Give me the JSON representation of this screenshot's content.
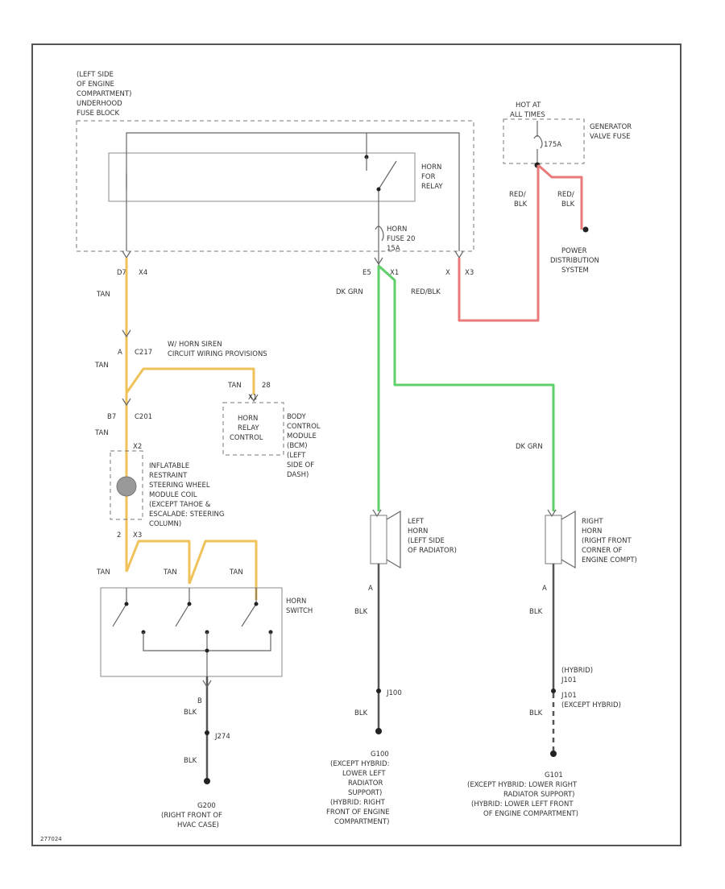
{
  "fuse_block": {
    "location": [
      "(LEFT SIDE",
      "OF ENGINE",
      "COMPARTMENT)",
      "UNDERHOOD",
      "FUSE BLOCK"
    ],
    "relay_label": [
      "HORN",
      "FOR",
      "RELAY"
    ],
    "fuse_label": [
      "HORN",
      "FUSE 20",
      "15A"
    ],
    "conn_left": "D7",
    "conn_left_b": "X4",
    "conn_mid": "E5",
    "conn_mid_b": "X1",
    "conn_right": "X",
    "conn_right_b": "X3"
  },
  "power": {
    "hot_at": [
      "HOT AT",
      "ALL TIMES"
    ],
    "fuse": "175A",
    "generator_fuse": [
      "GENERATOR",
      "VALVE FUSE"
    ],
    "wire1": [
      "RED/",
      "BLK"
    ],
    "wire2": [
      "RED/",
      "BLK"
    ],
    "pds": [
      "POWER",
      "DISTRIBUTION",
      "SYSTEM"
    ],
    "redblk": "RED/BLK"
  },
  "left_circuit": {
    "tan_1": "TAN",
    "pin_a": "A",
    "conn_c217": "C217",
    "note": [
      "W/ HORN SIREN",
      "CIRCUIT WIRING PROVISIONS"
    ],
    "tan_2": "TAN",
    "tan_3": "TAN",
    "pin_28": "28",
    "x1": "X1",
    "bcm_box": [
      "HORN",
      "RELAY",
      "CONTROL"
    ],
    "bcm_label": [
      "BODY",
      "CONTROL",
      "MODULE",
      "(BCM)",
      "(LEFT",
      "SIDE OF",
      "DASH)"
    ],
    "pin_b7": "B7",
    "conn_c201": "C201",
    "tan_4": "TAN",
    "coil_conn": "X2",
    "coil_label": [
      "INFLATABLE",
      "RESTRAINT",
      "STEERING WHEEL",
      "MODULE COIL",
      "(EXCEPT TAHOE &",
      "ESCALADE: STEERING",
      "COLUMN)"
    ],
    "pin_2": "2",
    "coil_conn2": "X3",
    "tan_a": "TAN",
    "tan_b": "TAN",
    "tan_c": "TAN",
    "horn_switch": [
      "HORN",
      "SWITCH"
    ],
    "pin_b": "B",
    "blk_1": "BLK",
    "j274": "J274",
    "blk_2": "BLK",
    "ground": "G200",
    "ground_loc": [
      "(RIGHT FRONT OF",
      "HVAC CASE)"
    ]
  },
  "left_horn": {
    "dkgrn": "DK GRN",
    "label": [
      "LEFT",
      "HORN",
      "(LEFT SIDE",
      "OF RADIATOR)"
    ],
    "pin": "A",
    "blk_1": "BLK",
    "j": "J100",
    "blk_2": "BLK",
    "ground": "G100",
    "ground_loc": [
      "(EXCEPT HYBRID:",
      "LOWER LEFT",
      "RADIATOR",
      "SUPPORT)",
      "(HYBRID: RIGHT",
      "FRONT OF ENGINE",
      "COMPARTMENT)"
    ]
  },
  "right_horn": {
    "dkgrn": "DK GRN",
    "label": [
      "RIGHT",
      "HORN",
      "(RIGHT FRONT",
      "CORNER OF",
      "ENGINE COMPT)"
    ],
    "pin": "A",
    "blk_1": "BLK",
    "hybrid": [
      "(HYBRID)",
      "J101"
    ],
    "except": [
      "J101",
      "(EXCEPT HYBRID)"
    ],
    "blk_2": "BLK",
    "ground": "G101",
    "ground_loc": [
      "(EXCEPT HYBRID: LOWER RIGHT",
      "RADIATOR SUPPORT)",
      "(HYBRID: LOWER LEFT FRONT",
      "OF ENGINE COMPARTMENT)"
    ]
  },
  "figure_id": "277024"
}
